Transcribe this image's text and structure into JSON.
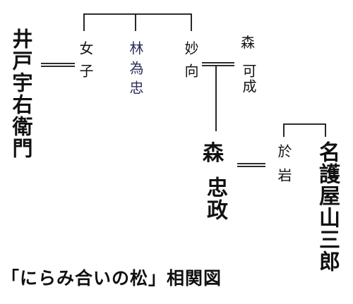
{
  "title": "「にらみ合いの松」相関図",
  "people": {
    "ido": "井戸宇右衛門",
    "onna": "女子",
    "hayashi": "林為忠",
    "myoko": "妙向",
    "mori_yoshinari_1": "森",
    "mori_yoshinari_2": "可成",
    "mori_tadamasa_1": "森",
    "mori_tadamasa_2": "忠政",
    "oiwa": "於岩",
    "nago": "名護屋山三郎"
  },
  "colors": {
    "ink": "#111111",
    "secondary": "#2a2f5a"
  }
}
